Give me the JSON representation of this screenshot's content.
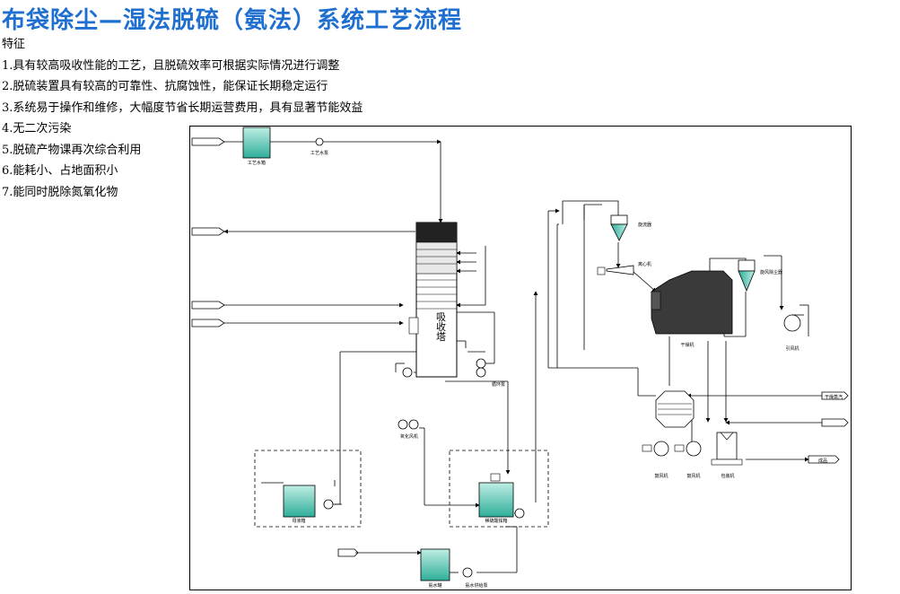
{
  "page": {
    "title": "布袋除尘—湿法脱硫（氨法）系统工艺流程",
    "features_heading": "特征",
    "features": [
      "1.具有较高吸收性能的工艺，且脱硫效率可根据实际情况进行调整",
      "2.脱硫装置具有较高的可靠性、抗腐蚀性，能保证长期稳定运行",
      "3.系统易于操作和维修，大幅度节省长期运营费用，具有显著节能效益",
      "4.无二次污染",
      "5.脱硫产物课再次综合利用",
      "6.能耗小、占地面积小",
      "7.能同时脱除氮氧化物"
    ]
  },
  "diagram": {
    "labels": {
      "tank_top": "工艺水箱",
      "pump_top": "工艺水泵",
      "absorber": "吸收塔",
      "cyclone1": "旋流器",
      "centrifuge": "离心机",
      "dryer": "干燥机",
      "cyclone2": "旋风除尘器",
      "fan": "引风机",
      "circ_pump": "循环泵",
      "oxid_fan": "氧化风机",
      "tank_left": "母液箱",
      "tank_mid": "稀硫酸铵箱",
      "tank_bottom": "氨水罐",
      "pump_bottom": "氨水供给泵",
      "packer": "包装机",
      "fan_a": "鼓风机",
      "fan_b": "鼓风机",
      "steam": "干燥蒸汽",
      "product": "成品"
    }
  }
}
